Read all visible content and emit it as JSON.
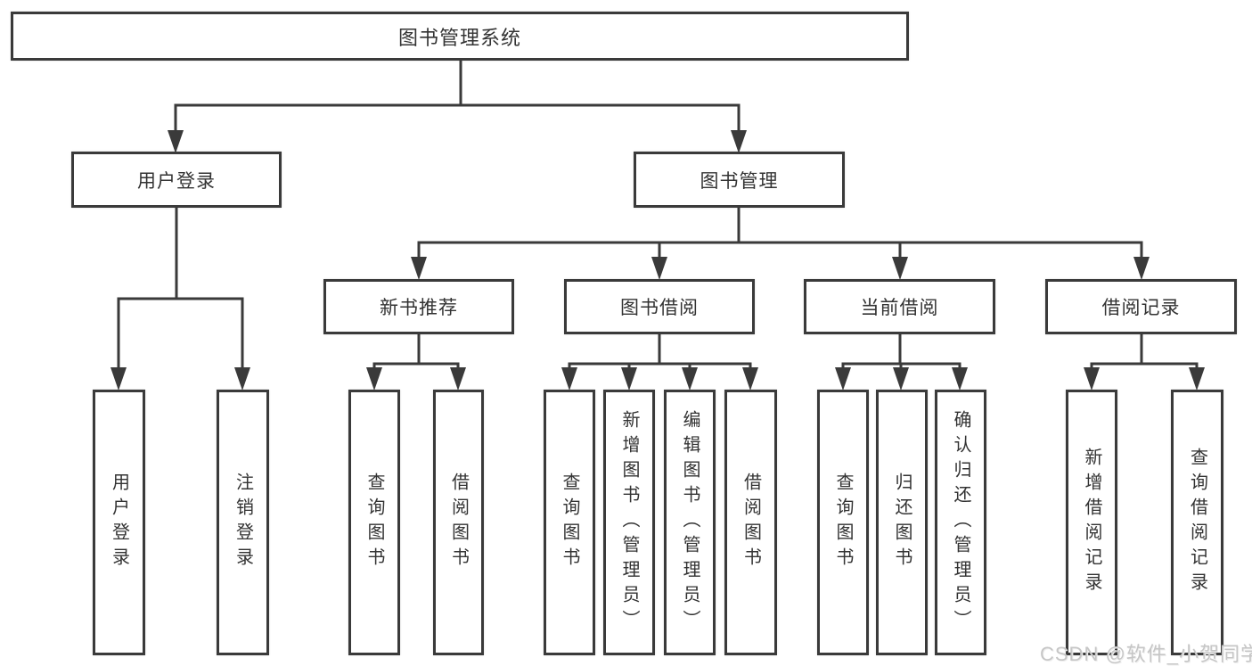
{
  "colors": {
    "line": "#3a3a3a",
    "text": "#333333",
    "watermark": "#c6c6c6",
    "background": "#ffffff"
  },
  "root": {
    "label": "图书管理系统"
  },
  "level2": [
    {
      "id": "user-login",
      "label": "用户登录"
    },
    {
      "id": "book-management",
      "label": "图书管理"
    }
  ],
  "level3": [
    {
      "id": "new-book-recommend",
      "label": "新书推荐"
    },
    {
      "id": "book-borrow",
      "label": "图书借阅"
    },
    {
      "id": "current-borrow",
      "label": "当前借阅"
    },
    {
      "id": "borrow-records",
      "label": "借阅记录"
    }
  ],
  "leaves": [
    {
      "id": "leaf-user-login",
      "parent": "user-login",
      "label": "用户登录"
    },
    {
      "id": "leaf-logout",
      "parent": "user-login",
      "label": "注销登录"
    },
    {
      "id": "leaf-query-books-1",
      "parent": "new-book-recommend",
      "label": "查询图书"
    },
    {
      "id": "leaf-borrow-books-1",
      "parent": "new-book-recommend",
      "label": "借阅图书"
    },
    {
      "id": "leaf-query-books-2",
      "parent": "book-borrow",
      "label": "查询图书"
    },
    {
      "id": "leaf-add-books-admin",
      "parent": "book-borrow",
      "label": "新增图书（管理员）"
    },
    {
      "id": "leaf-edit-books-admin",
      "parent": "book-borrow",
      "label": "编辑图书（管理员）"
    },
    {
      "id": "leaf-borrow-books-2",
      "parent": "book-borrow",
      "label": "借阅图书"
    },
    {
      "id": "leaf-query-books-3",
      "parent": "current-borrow",
      "label": "查询图书"
    },
    {
      "id": "leaf-return-books",
      "parent": "current-borrow",
      "label": "归还图书"
    },
    {
      "id": "leaf-confirm-return-admin",
      "parent": "current-borrow",
      "label": "确认归还（管理员）"
    },
    {
      "id": "leaf-add-borrow-record",
      "parent": "borrow-records",
      "label": "新增借阅记录"
    },
    {
      "id": "leaf-query-borrow-record",
      "parent": "borrow-records",
      "label": "查询借阅记录"
    }
  ],
  "watermark": {
    "text": "CSDN @软件_小贺同学"
  }
}
